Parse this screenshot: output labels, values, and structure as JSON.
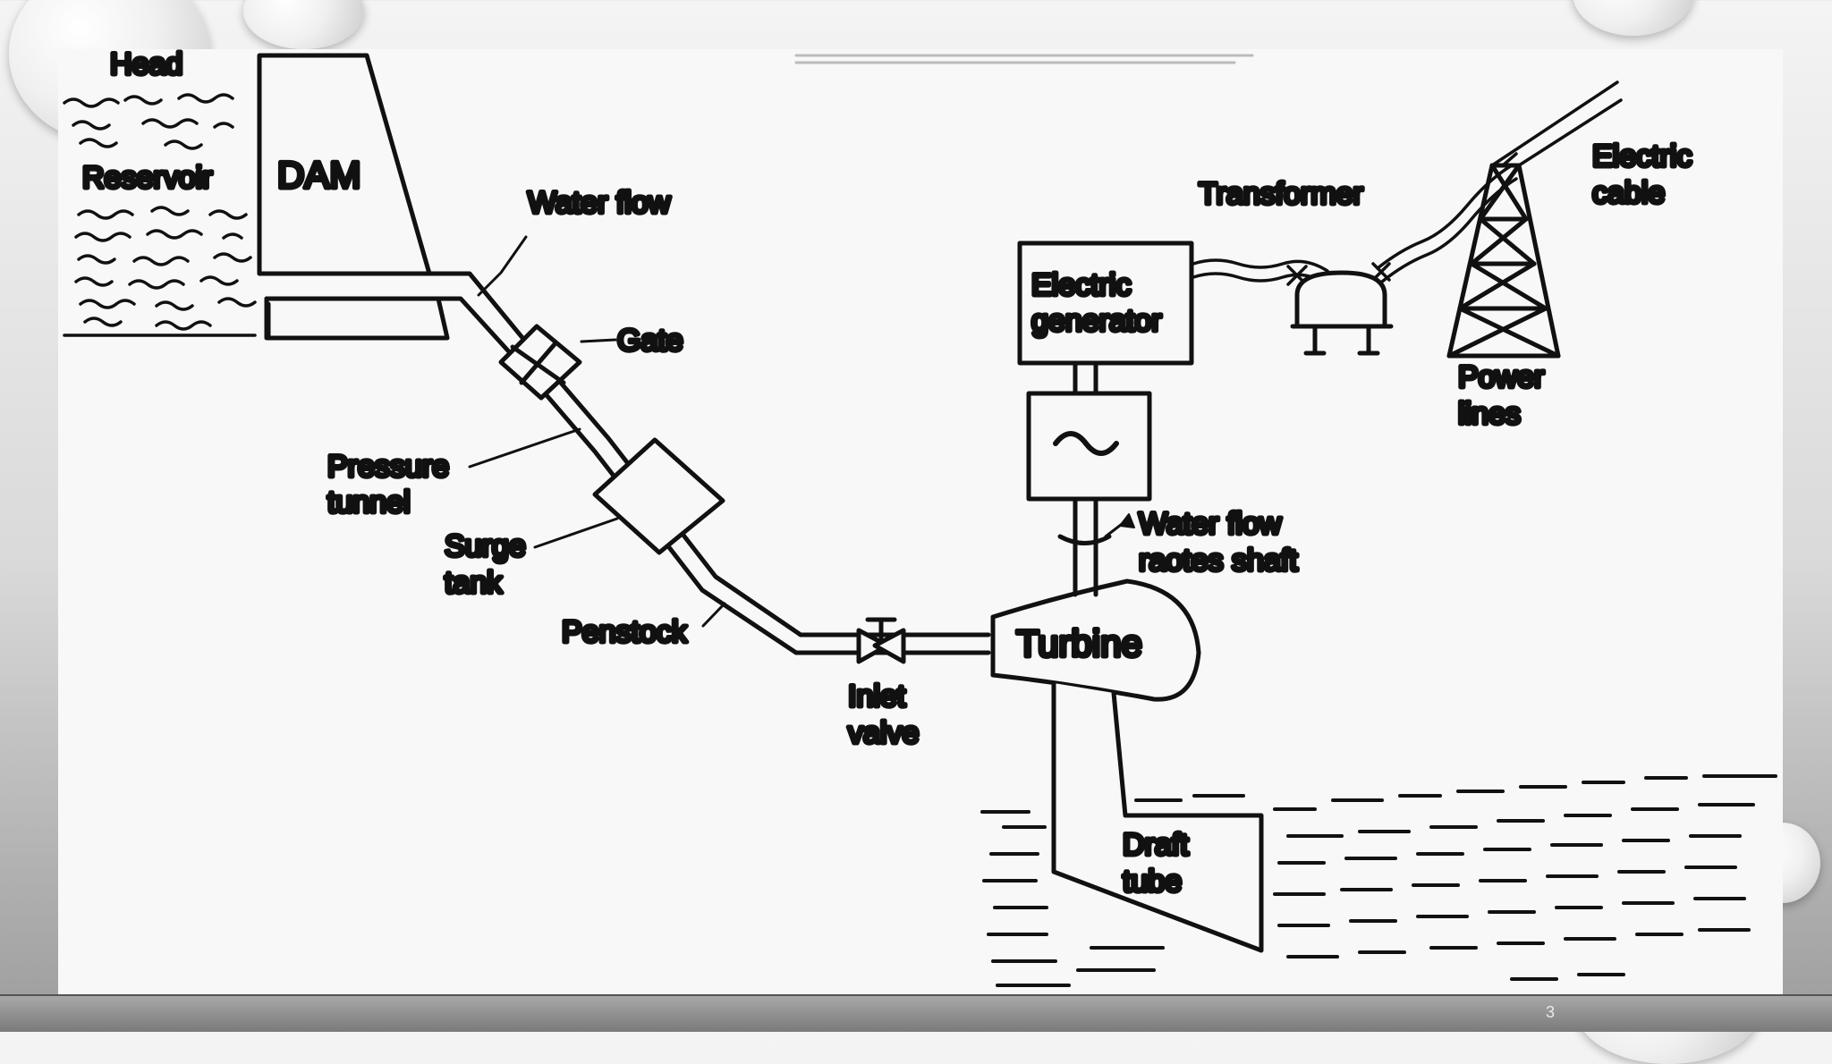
{
  "slide": {
    "number": "3"
  },
  "diagram": {
    "labels": {
      "head": "Head",
      "reservoir": "Reservoir",
      "dam": "DAM",
      "water_flow": "Water flow",
      "gate": "Gate",
      "pressure": "Pressure",
      "tunnel": "tunnel",
      "surge": "Surge",
      "tank": "tank",
      "penstock": "Penstock",
      "inlet": "Inlet",
      "valve": "valve",
      "turbine": "Turbine",
      "water_flow_shaft_1": "Water flow",
      "water_flow_shaft_2": "raotes shaft",
      "electric": "Electric",
      "generator": "generator",
      "transformer": "Transformer",
      "electric_cable_1": "Electric",
      "electric_cable_2": "cable",
      "power": "Power",
      "lines": "lines",
      "draft": "Draft",
      "tube": "tube"
    }
  }
}
